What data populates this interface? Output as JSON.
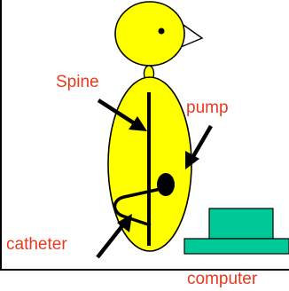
{
  "labels": {
    "spine": "Spine",
    "pump": "pump",
    "catheter": "catheter",
    "computer": "computer"
  },
  "colors": {
    "body_fill": "#ffff00",
    "outline": "#000000",
    "label_text": "#e8391e",
    "computer_fill": "#00c896",
    "border": "#000000"
  },
  "icons": {
    "head": "bird-head-icon",
    "computer": "computer-icon"
  }
}
